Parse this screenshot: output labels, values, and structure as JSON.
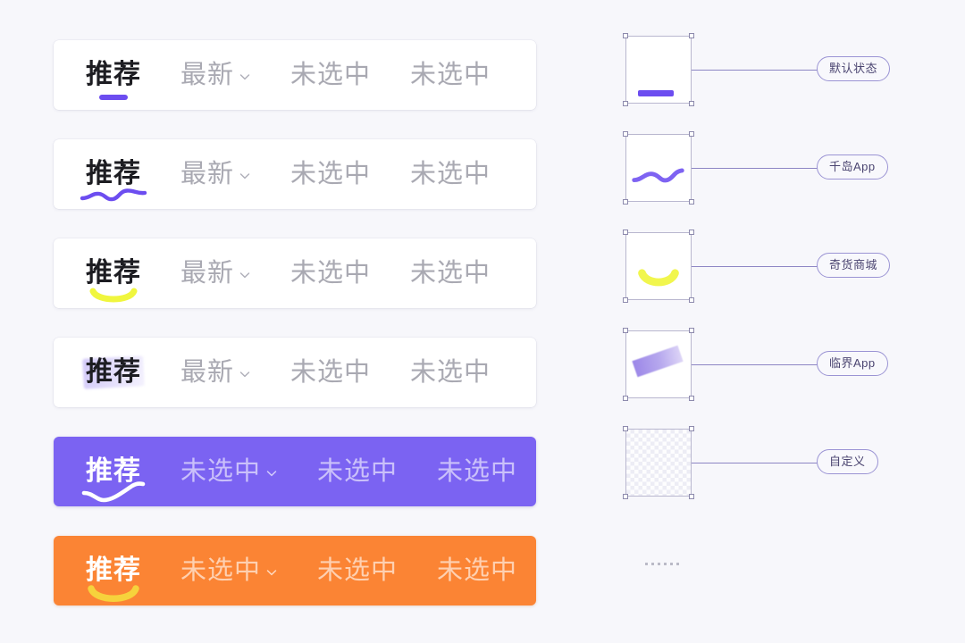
{
  "canvas": {
    "background": "#f7f7fb"
  },
  "palette": {
    "purple": "#7b63f2",
    "purple_deep": "#6c4df0",
    "orange": "#fb8434",
    "yellow": "#f1f53a",
    "active_text": "#1d1d22",
    "inactive_text": "#a9a9b2",
    "chip_text": "#4a4470",
    "chip_border": "#9b94d4",
    "connector": "#8d86c4"
  },
  "tabbars": [
    {
      "variant": "default-underline-bar",
      "theme": "plain",
      "indicator": "bar",
      "indicator_color": "#6c4df0",
      "tabs": [
        {
          "label": "推荐",
          "state": "active",
          "has_chevron": false
        },
        {
          "label": "最新",
          "state": "inactive",
          "has_chevron": true
        },
        {
          "label": "未选中",
          "state": "inactive",
          "has_chevron": false
        },
        {
          "label": "未选中",
          "state": "inactive",
          "has_chevron": false
        }
      ]
    },
    {
      "variant": "qiandao-wave-underline",
      "theme": "plain",
      "indicator": "wave",
      "indicator_color": "#6c4df0",
      "tabs": [
        {
          "label": "推荐",
          "state": "active",
          "has_chevron": false
        },
        {
          "label": "最新",
          "state": "inactive",
          "has_chevron": true
        },
        {
          "label": "未选中",
          "state": "inactive",
          "has_chevron": false
        },
        {
          "label": "未选中",
          "state": "inactive",
          "has_chevron": false
        }
      ]
    },
    {
      "variant": "qihuo-smile-underline",
      "theme": "plain",
      "indicator": "smile",
      "indicator_color": "#eff52e",
      "tabs": [
        {
          "label": "推荐",
          "state": "active",
          "has_chevron": false
        },
        {
          "label": "最新",
          "state": "inactive",
          "has_chevron": true
        },
        {
          "label": "未选中",
          "state": "inactive",
          "has_chevron": false
        },
        {
          "label": "未选中",
          "state": "inactive",
          "has_chevron": false
        }
      ]
    },
    {
      "variant": "linjie-highlight-wash",
      "theme": "plain",
      "indicator": "wash",
      "indicator_color": "#9680f0",
      "tabs": [
        {
          "label": "推荐",
          "state": "active",
          "has_chevron": false
        },
        {
          "label": "最新",
          "state": "inactive",
          "has_chevron": true
        },
        {
          "label": "未选中",
          "state": "inactive",
          "has_chevron": false
        },
        {
          "label": "未选中",
          "state": "inactive",
          "has_chevron": false
        }
      ]
    },
    {
      "variant": "purple-filled-swoosh",
      "theme": "purple",
      "indicator": "swoosh",
      "indicator_color": "#ffffff",
      "tabs": [
        {
          "label": "推荐",
          "state": "active",
          "has_chevron": false
        },
        {
          "label": "未选中",
          "state": "inactive",
          "has_chevron": true
        },
        {
          "label": "未选中",
          "state": "inactive",
          "has_chevron": false
        },
        {
          "label": "未选中",
          "state": "inactive",
          "has_chevron": false
        }
      ]
    },
    {
      "variant": "orange-filled-smile",
      "theme": "orange",
      "indicator": "smile-lg",
      "indicator_color": "#f6d23c",
      "tabs": [
        {
          "label": "推荐",
          "state": "active",
          "has_chevron": false
        },
        {
          "label": "未选中",
          "state": "inactive",
          "has_chevron": true
        },
        {
          "label": "未选中",
          "state": "inactive",
          "has_chevron": false
        },
        {
          "label": "未选中",
          "state": "inactive",
          "has_chevron": false
        }
      ]
    }
  ],
  "assets": [
    {
      "label": "默认状态",
      "art": "bar",
      "selected": true
    },
    {
      "label": "千岛App",
      "art": "wave",
      "selected": true
    },
    {
      "label": "奇货商城",
      "art": "smile",
      "selected": true
    },
    {
      "label": "临界App",
      "art": "band",
      "selected": true
    },
    {
      "label": "自定义",
      "art": "checker",
      "selected": true
    }
  ],
  "more_indicator": {
    "name": "ellipsis",
    "dots": 6
  }
}
